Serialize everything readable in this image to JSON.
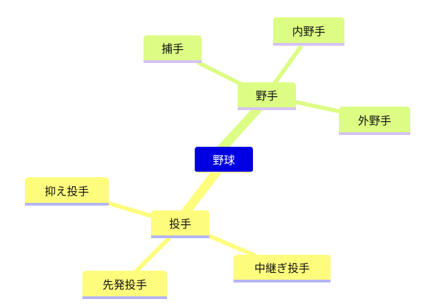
{
  "root": {
    "label": "野球",
    "color": "#0000e0"
  },
  "branches": [
    {
      "label": "野手",
      "color": "#dcfc84",
      "children": [
        {
          "label": "捕手"
        },
        {
          "label": "内野手"
        },
        {
          "label": "外野手"
        }
      ]
    },
    {
      "label": "投手",
      "color": "#fefc7c",
      "children": [
        {
          "label": "抑え投手"
        },
        {
          "label": "先発投手"
        },
        {
          "label": "中継ぎ投手"
        }
      ]
    }
  ]
}
